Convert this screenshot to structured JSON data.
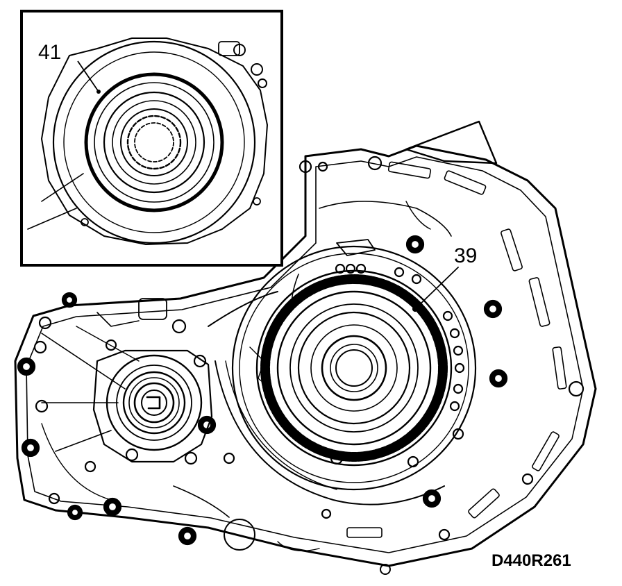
{
  "diagram": {
    "callouts": [
      {
        "id": "part-41",
        "text": "41"
      },
      {
        "id": "part-39",
        "text": "39"
      }
    ],
    "figure_code": "D440R261",
    "colors": {
      "ink": "#000000",
      "paper": "#ffffff"
    }
  }
}
